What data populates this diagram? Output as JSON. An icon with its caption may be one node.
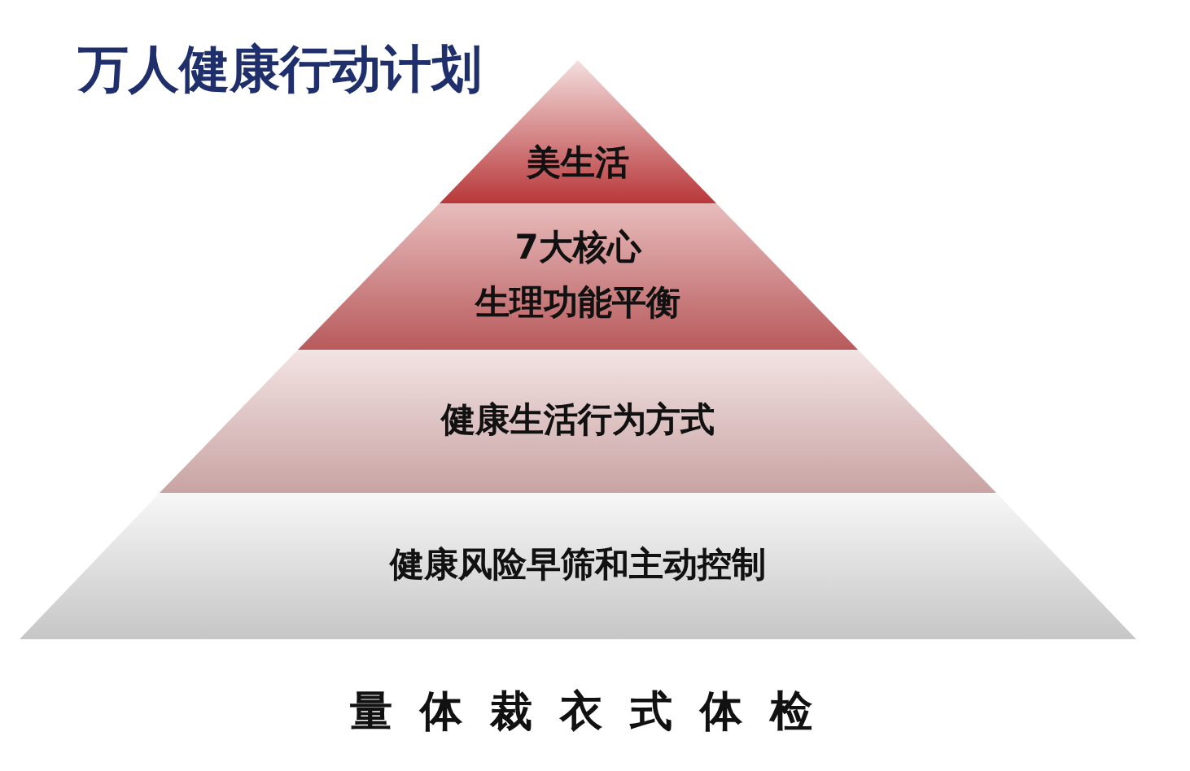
{
  "diagram": {
    "title": "万人健康行动计划",
    "nodes": [
      {
        "text": [
          "美生活"
        ]
      },
      {
        "text": [
          "7大核心",
          "生理功能平衡"
        ]
      },
      {
        "text": [
          "健康生活行为方式"
        ]
      },
      {
        "text": [
          "健康风险早筛和主动控制"
        ]
      }
    ],
    "labels": [
      "量体裁衣式体检"
    ]
  }
}
